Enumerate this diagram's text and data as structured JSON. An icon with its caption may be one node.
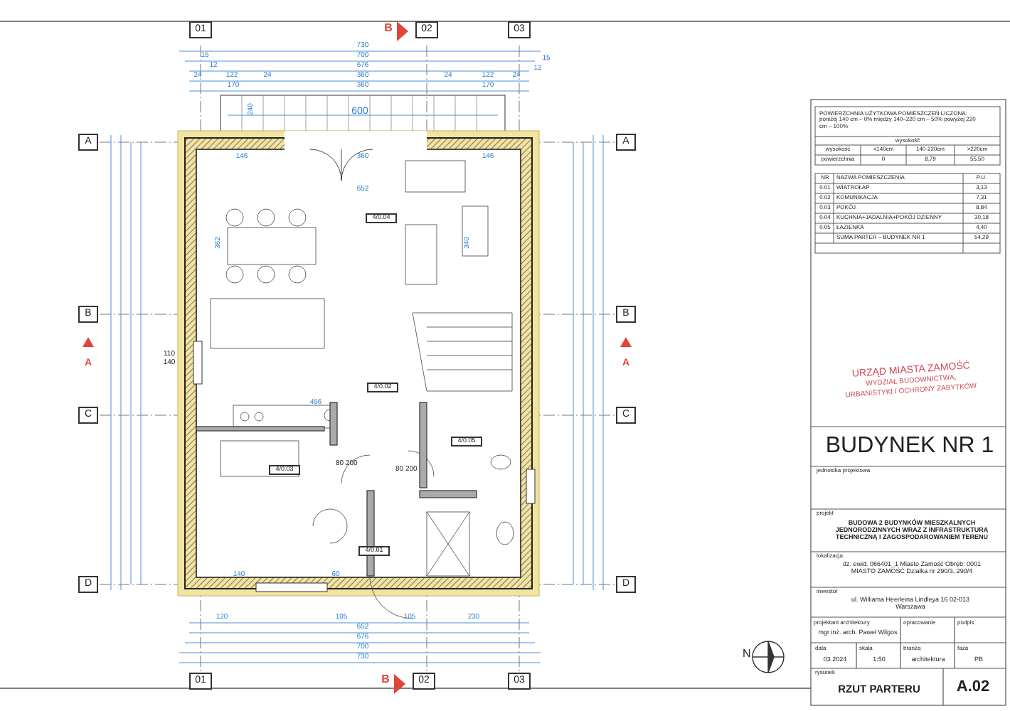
{
  "diagram": {
    "labels": [
      "01",
      "B",
      "02",
      "03",
      "A",
      "A",
      "B",
      "B",
      "A",
      "A",
      "C",
      "C",
      "D",
      "D",
      "01",
      "B",
      "02",
      "03",
      "730",
      "15",
      "700",
      "15",
      "12",
      "676",
      "12",
      "24",
      "122",
      "24",
      "360",
      "24",
      "122",
      "24",
      "170",
      "360",
      "170",
      "600",
      "240",
      "146",
      "360",
      "146",
      "652",
      "362",
      "340",
      "4/0.04",
      "4/0.02",
      "456",
      "4/0.03",
      "80 200",
      "80 200",
      "4/0.05",
      "4/0.01",
      "140",
      "60",
      "110 140",
      "120",
      "105",
      "105",
      "230",
      "652",
      "676",
      "700",
      "730",
      "N",
      "POWIERZCHNIA UŻYTKOWA POMIESZCZEŃ LICZONA: poniżej 140 cm – 0% między 140–220 cm – 50% powyżej 220 cm – 100%",
      "wysokość",
      "wysokość",
      "<140cm",
      "140-220cm",
      ">220cm",
      "powierzchnia",
      "0",
      "8,79",
      "55,50",
      "NR",
      "NAZWA POMIESZCZENIA",
      "P.U.",
      "0.01",
      "WIATROŁAP",
      "3,13",
      "0.02",
      "KOMUNIKACJA",
      "7,31",
      "0.03",
      "POKÓJ",
      "8,84",
      "0.04",
      "KUCHNIA+JADALNIA+POKÓJ DZIENNY",
      "30,18",
      "0.05",
      "ŁAZIENKA",
      "4,40",
      "SUMA PARTER – BUDYNEK NR 1",
      "54,29",
      "URZĄD MIASTA ZAMOŚĆ",
      "WYDZIAŁ BUDOWNICTWA,",
      "URBANISTYKI I OCHRONY ZABYTKÓW",
      "BUDYNEK NR 1",
      "jednostka projektowa",
      "projekt",
      "BUDOWA 2 BUDYNKÓW MIESZKALNYCH JEDNORODZINNYCH WRAZ Z INFRASTRUKTURĄ TECHNICZNĄ I ZAGOSPODAROWANIEM TERENU",
      "lokalizacja",
      "dz. ewid. 066401_1 Miasto Zamość Obręb: 0001 MIASTO ZAMOŚĆ Działka nr 290/3, 290/4",
      "inwestor",
      "ul. Williama Heerleina Lindleya 16 02-013 Warszawa",
      "projektant architektury",
      "opracowanie",
      "podpis",
      "mgr inż. arch. Paweł Wilgos",
      "data",
      "skala",
      "branża",
      "faza",
      "03.2024",
      "1:50",
      "architektura",
      "PB",
      "rysunek",
      "RZUT PARTERU",
      "A.02"
    ]
  }
}
